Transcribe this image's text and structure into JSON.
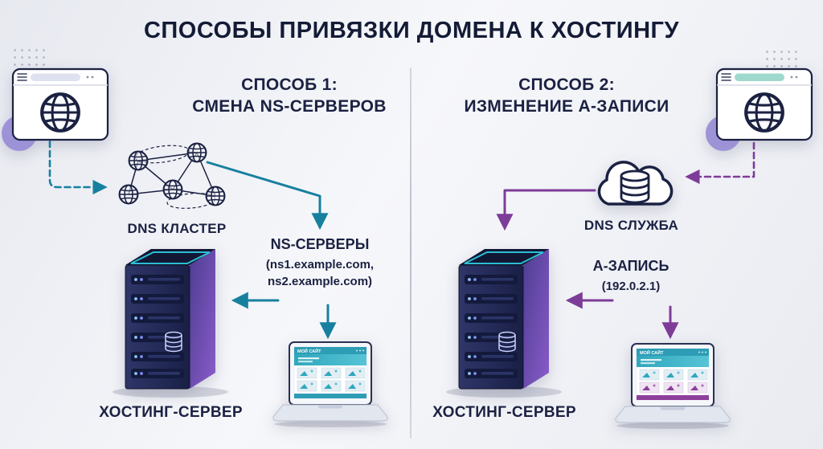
{
  "title": "СПОСОБЫ ПРИВЯЗКИ ДОМЕНА К ХОСТИНГУ",
  "colors": {
    "teal": "#17809f",
    "purple": "#7d3c98",
    "navy": "#1b2142"
  },
  "left": {
    "heading1": "СПОСОБ 1:",
    "heading2": "СМЕНА NS-СЕРВЕРОВ",
    "dns_cluster_label": "DNS КЛАСТЕР",
    "ns_title": "NS-СЕРВЕРЫ",
    "ns_detail1": "(ns1.example.com,",
    "ns_detail2": "ns2.example.com)",
    "hosting_label": "ХОСТИНГ-СЕРВЕР",
    "laptop_title": "МОЙ САЙТ"
  },
  "right": {
    "heading1": "СПОСОБ 2:",
    "heading2": "ИЗМЕНЕНИЕ А-ЗАПИСИ",
    "dns_service_label": "DNS СЛУЖБА",
    "a_record_title": "А-ЗАПИСЬ",
    "a_record_value": "(192.0.2.1)",
    "hosting_label": "ХОСТИНГ-СЕРВЕР",
    "laptop_title": "МОЙ САЙТ"
  }
}
